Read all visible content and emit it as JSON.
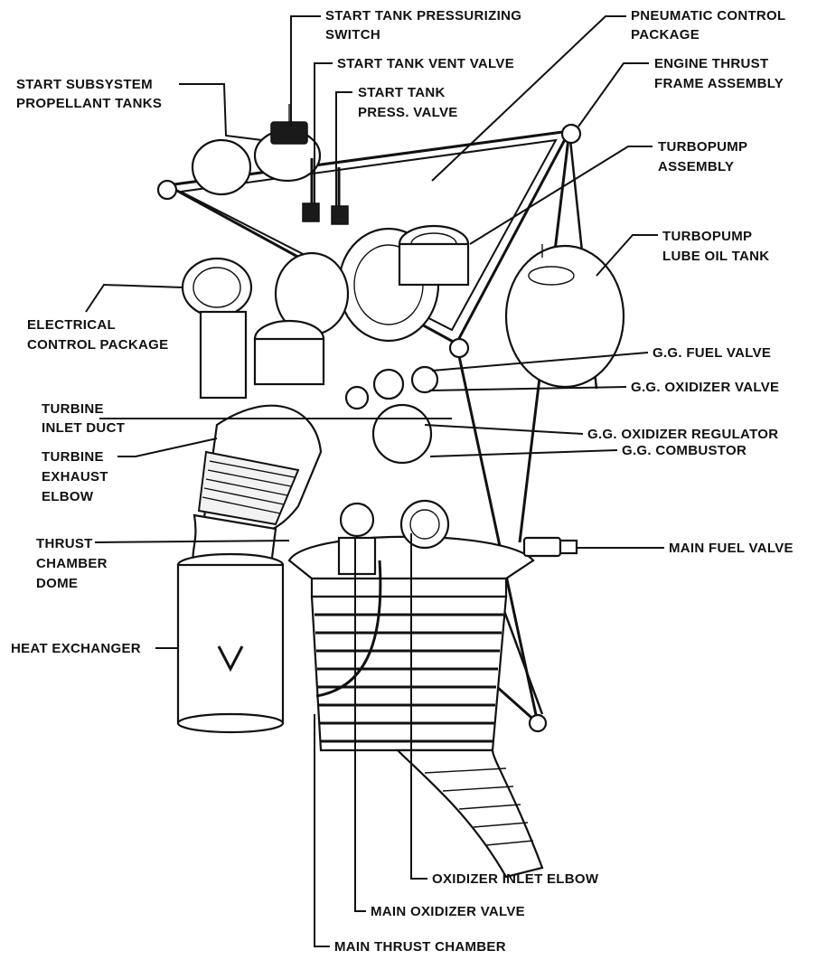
{
  "figure": {
    "title": "Engine component identification diagram",
    "colors": {
      "ink": "#111111",
      "paper": "#ffffff"
    },
    "labels": {
      "start_tank_pressurizing_switch": [
        "START TANK PRESSURIZING",
        "SWITCH"
      ],
      "pneumatic_control_package": [
        "PNEUMATIC CONTROL",
        "PACKAGE"
      ],
      "start_tank_vent_valve": [
        "START TANK VENT VALVE"
      ],
      "start_subsystem_propellant_tanks": [
        "START SUBSYSTEM",
        "PROPELLANT TANKS"
      ],
      "engine_thrust_frame_assembly": [
        "ENGINE THRUST",
        "FRAME ASSEMBLY"
      ],
      "start_tank_press_valve": [
        "START TANK",
        "PRESS. VALVE"
      ],
      "turbopump_assembly": [
        "TURBOPUMP",
        "ASSEMBLY"
      ],
      "turbopump_lube_oil_tank": [
        "TURBOPUMP",
        "LUBE OIL TANK"
      ],
      "electrical_control_package": [
        "ELECTRICAL",
        "CONTROL PACKAGE"
      ],
      "gg_fuel_valve": [
        "G.G. FUEL VALVE"
      ],
      "gg_oxidizer_valve": [
        "G.G. OXIDIZER VALVE"
      ],
      "turbine_inlet_duct": [
        "TURBINE",
        "INLET DUCT"
      ],
      "gg_oxidizer_regulator": [
        "G.G. OXIDIZER REGULATOR"
      ],
      "turbine_exhaust_elbow": [
        "TURBINE",
        "EXHAUST",
        "ELBOW"
      ],
      "gg_combustor": [
        "G.G. COMBUSTOR"
      ],
      "thrust_chamber_dome": [
        "THRUST",
        "CHAMBER",
        "DOME"
      ],
      "main_fuel_valve": [
        "MAIN FUEL VALVE"
      ],
      "heat_exchanger": [
        "HEAT EXCHANGER"
      ],
      "oxidizer_inlet_elbow": [
        "OXIDIZER INLET ELBOW"
      ],
      "main_oxidizer_valve": [
        "MAIN OXIDIZER VALVE"
      ],
      "main_thrust_chamber": [
        "MAIN THRUST CHAMBER"
      ]
    }
  }
}
